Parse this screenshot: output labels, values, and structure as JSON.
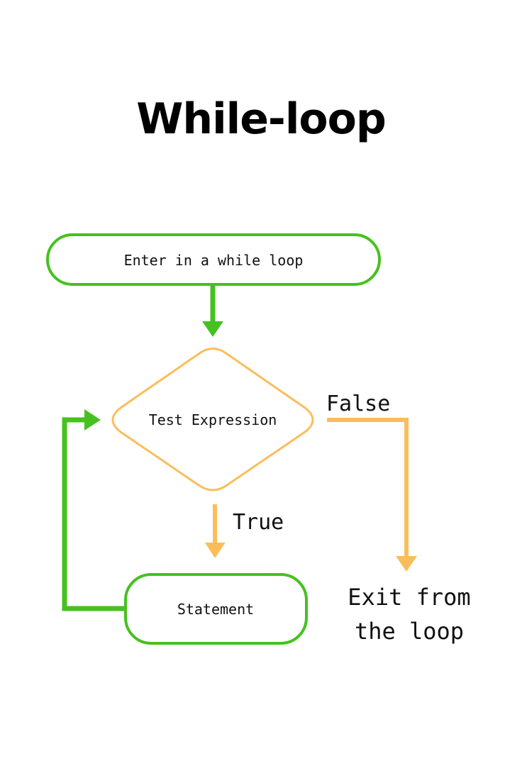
{
  "title": "While-loop",
  "colors": {
    "green": "#46c11f",
    "orange": "#fbbd5c",
    "text": "#111111"
  },
  "nodes": {
    "start": "Enter in a while loop",
    "test": "Test Expression",
    "statement": "Statement",
    "exit_line1": "Exit from",
    "exit_line2": "the loop"
  },
  "edges": {
    "false_label": "False",
    "true_label": "True"
  }
}
